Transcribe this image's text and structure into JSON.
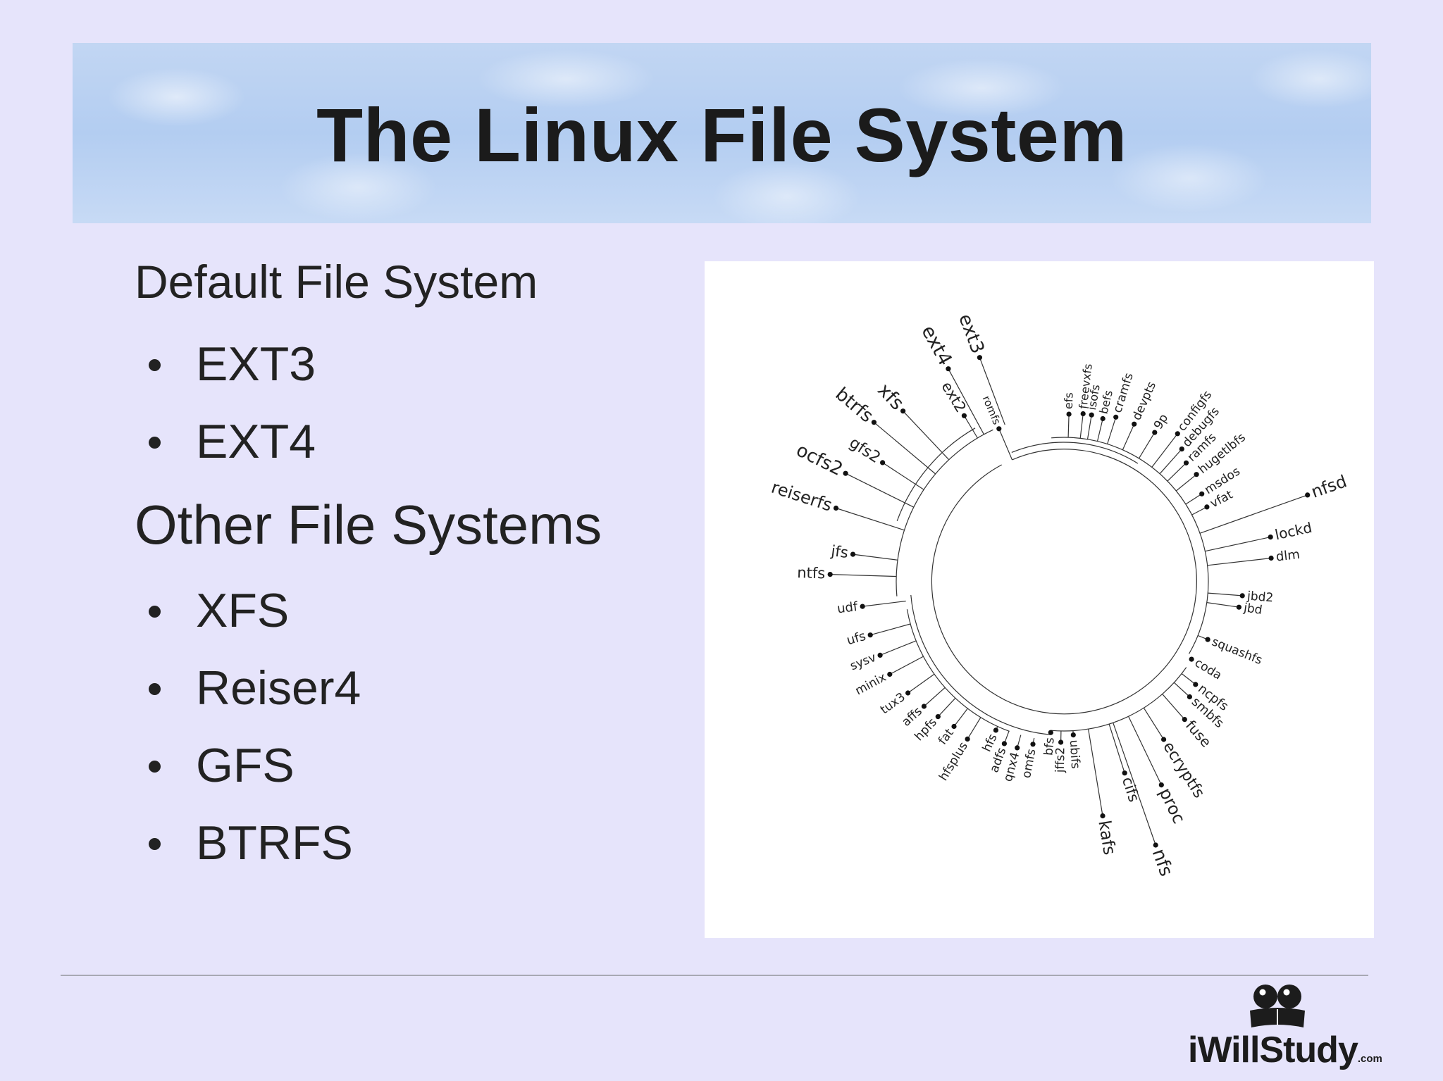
{
  "slide": {
    "title": "The Linux File System",
    "default_heading": "Default File System",
    "default_items": [
      "EXT3",
      "EXT4"
    ],
    "other_heading": "Other File Systems",
    "other_items": [
      "XFS",
      "Reiser4",
      "GFS",
      "BTRFS"
    ]
  },
  "figure": {
    "leaves": [
      "ext3",
      "ext4",
      "ext2",
      "xfs",
      "btrfs",
      "gfs2",
      "ocfs2",
      "reiserfs",
      "jfs",
      "ntfs",
      "udf",
      "ufs",
      "sysv",
      "minix",
      "tux3",
      "affs",
      "hpfs",
      "fat",
      "hfsplus",
      "hfs",
      "adfs",
      "qnx4",
      "omfs",
      "bfs",
      "jffs2",
      "ubifs",
      "kafs",
      "nfs",
      "cifs",
      "proc",
      "ecryptfs",
      "fuse",
      "smbfs",
      "ncpfs",
      "coda",
      "squashfs",
      "jbd",
      "jbd2",
      "dlm",
      "lockd",
      "nfsd",
      "vfat",
      "msdos",
      "hugetlbfs",
      "ramfs",
      "debugfs",
      "configfs",
      "9p",
      "devpts",
      "cramfs",
      "befs",
      "isofs",
      "freevxfs",
      "efs",
      "romfs"
    ]
  },
  "logo": {
    "brand": "iWillStudy",
    "suffix": ".com"
  },
  "colors": {
    "background": "#e6e4fb",
    "title_band": "#b8d0f2",
    "text": "#222222"
  }
}
